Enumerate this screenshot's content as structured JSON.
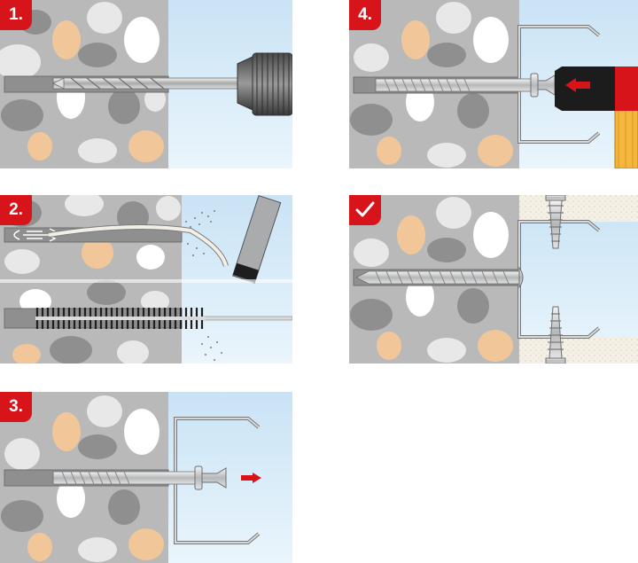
{
  "steps": [
    {
      "id": "p1",
      "label": "1.",
      "illustration": "drill-hole-icon"
    },
    {
      "id": "p2",
      "label": "2.",
      "illustration": "clean-hole-icon"
    },
    {
      "id": "p3",
      "label": "3.",
      "illustration": "insert-anchor-icon"
    },
    {
      "id": "p4",
      "label": "4.",
      "illustration": "hammer-in-icon"
    },
    {
      "id": "p5",
      "label": "",
      "illustration": "checkmark-icon"
    }
  ],
  "colors": {
    "badge": "#d7141a",
    "wall": "#b9b9b9",
    "stone_light": "#e8e8e8",
    "stone_dark": "#8f8f8f",
    "stone_tan": "#f1c79a",
    "stone_white": "#ffffff",
    "sky": "#ddeefa",
    "metal": "#c8cacc",
    "arrow": "#d7141a",
    "hammer_handle": "#f5b63c"
  }
}
